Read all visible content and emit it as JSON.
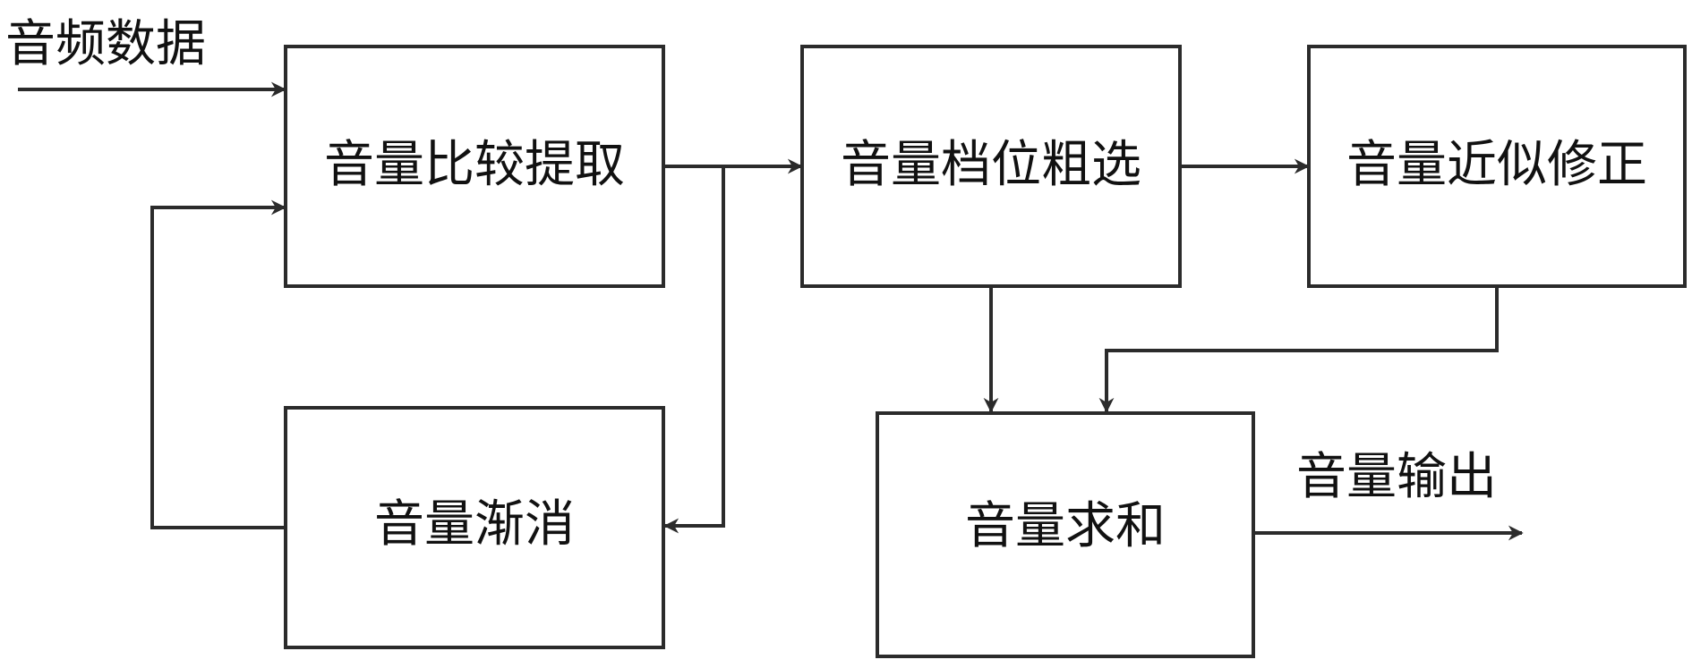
{
  "labels": {
    "input": "音频数据",
    "output": "音量输出"
  },
  "nodes": {
    "compare_extract": "音量比较提取",
    "coarse_select": "音量档位粗选",
    "approx_correct": "音量近似修正",
    "fade": "音量渐消",
    "sum": "音量求和"
  },
  "colors": {
    "line": "#2b2b2b",
    "text": "#111111",
    "background": "#ffffff"
  }
}
